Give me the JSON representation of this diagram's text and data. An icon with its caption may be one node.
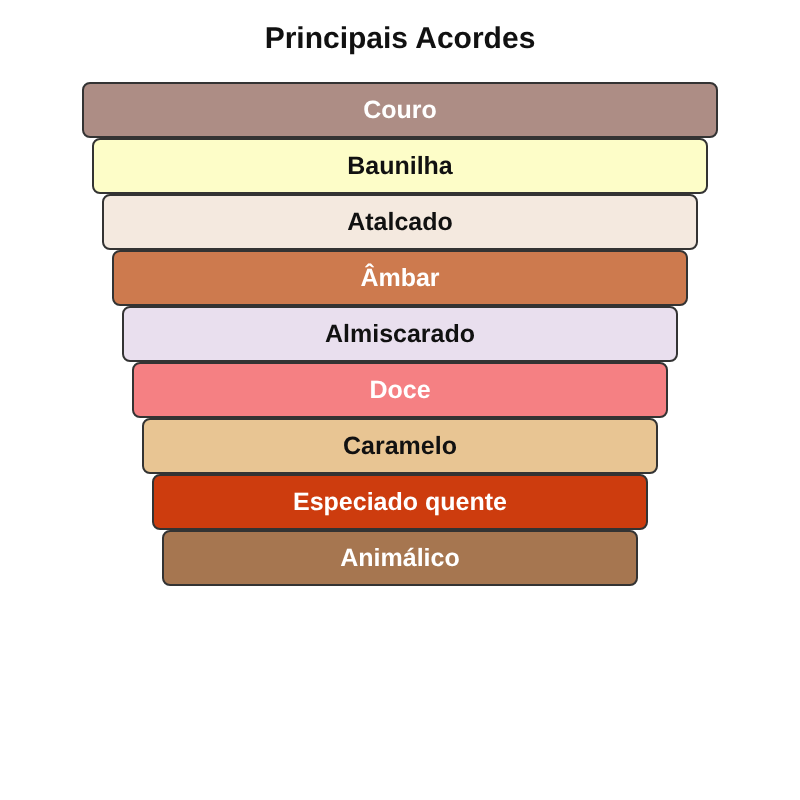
{
  "diagram": {
    "title": "Principais Acordes",
    "nodes": [
      {
        "text": [
          "Couro"
        ]
      },
      {
        "text": [
          "Baunilha"
        ]
      },
      {
        "text": [
          "Atalcado"
        ]
      },
      {
        "text": [
          "Âmbar"
        ]
      },
      {
        "text": [
          "Almiscarado"
        ]
      },
      {
        "text": [
          "Doce"
        ]
      },
      {
        "text": [
          "Caramelo"
        ]
      },
      {
        "text": [
          "Especiado quente"
        ]
      },
      {
        "text": [
          "Animálico"
        ]
      }
    ]
  }
}
